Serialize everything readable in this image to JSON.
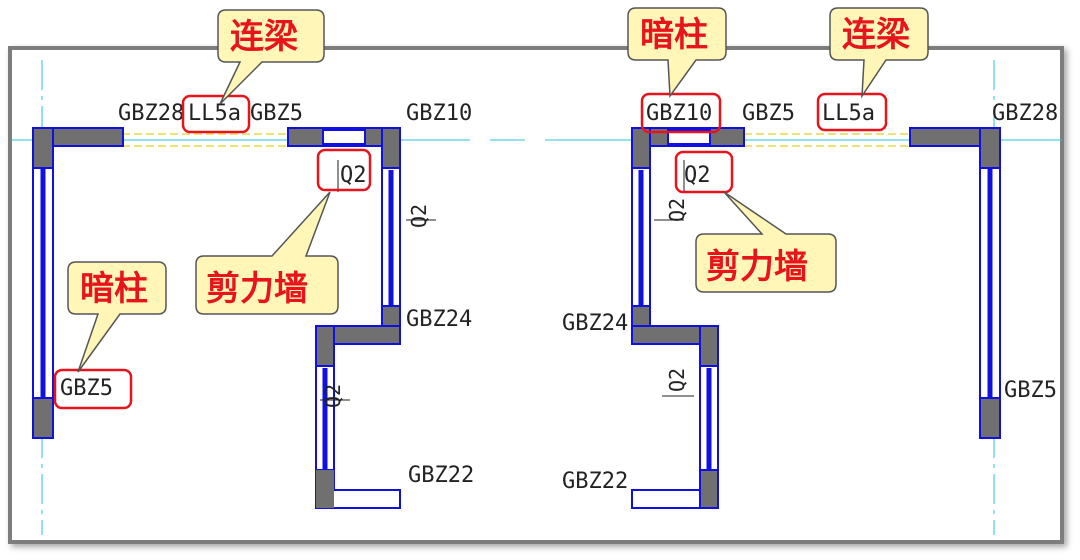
{
  "colors": {
    "axis": "#26c6da",
    "wall": "#1010e0",
    "column": "#707070",
    "coupling_beam": "#e8d84a",
    "highlight": "#e8141c",
    "callout_fill": "#fff6b8",
    "callout_stroke": "#555555"
  },
  "left_plan": {
    "gbz28": "GBZ28",
    "ll5a": "LL5a",
    "gbz5_top": "GBZ5",
    "gbz10": "GBZ10",
    "q2_top": "Q2",
    "q2_right": "Q2",
    "gbz24": "GBZ24",
    "q2_lower": "Q2",
    "gbz5_bottom": "GBZ5",
    "gbz22": "GBZ22"
  },
  "right_plan": {
    "gbz10": "GBZ10",
    "gbz5_top": "GBZ5",
    "ll5a": "LL5a",
    "gbz28": "GBZ28",
    "q2_top": "Q2",
    "q2_left": "Q2",
    "gbz24": "GBZ24",
    "q2_lower": "Q2",
    "gbz5_right": "GBZ5",
    "gbz22": "GBZ22"
  },
  "callouts": {
    "left_lianliang": "连梁",
    "left_anzhu": "暗柱",
    "left_jianliqiang": "剪力墙",
    "right_anzhu": "暗柱",
    "right_lianliang": "连梁",
    "right_jianliqiang": "剪力墙"
  }
}
